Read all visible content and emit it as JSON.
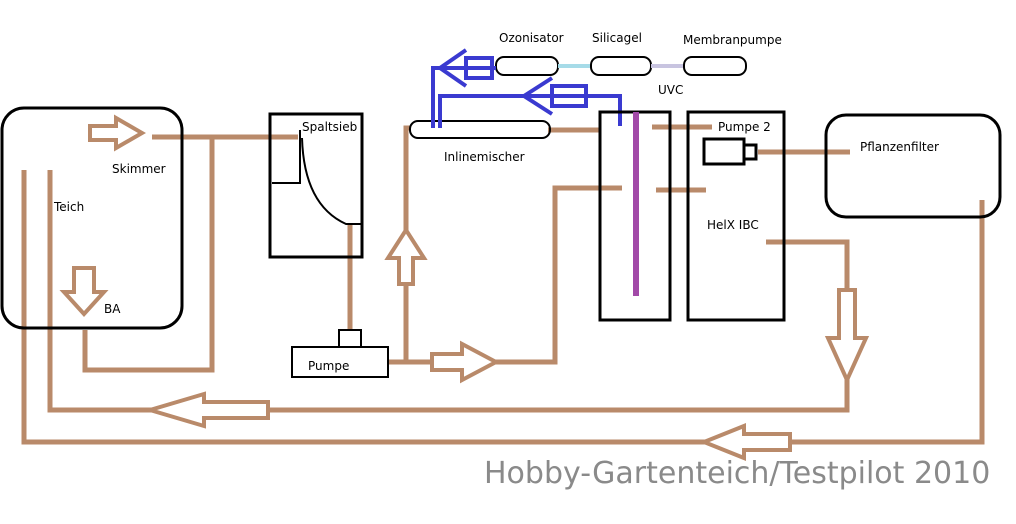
{
  "labels": {
    "teich": "Teich",
    "skimmer": "Skimmer",
    "ba": "BA",
    "spaltsieb": "Spaltsieb",
    "pumpe": "Pumpe",
    "inlinemischer": "Inlinemischer",
    "ozonisator": "Ozonisator",
    "silicagel": "Silicagel",
    "membranpumpe": "Membranpumpe",
    "uvc": "UVC",
    "pumpe2": "Pumpe 2",
    "helx_ibc": "HelX IBC",
    "pflanzenfilter": "Pflanzenfilter"
  },
  "watermark": "Hobby-Gartenteich/Testpilot 2010",
  "colors": {
    "water_pipe": "#b98a6a",
    "air_pipe": "#3a3ad0",
    "uvc_lamp": "#a24aa8",
    "silicagel_link": "#a6dbe8",
    "membran_link": "#c8c4e0",
    "outline": "#000000"
  }
}
